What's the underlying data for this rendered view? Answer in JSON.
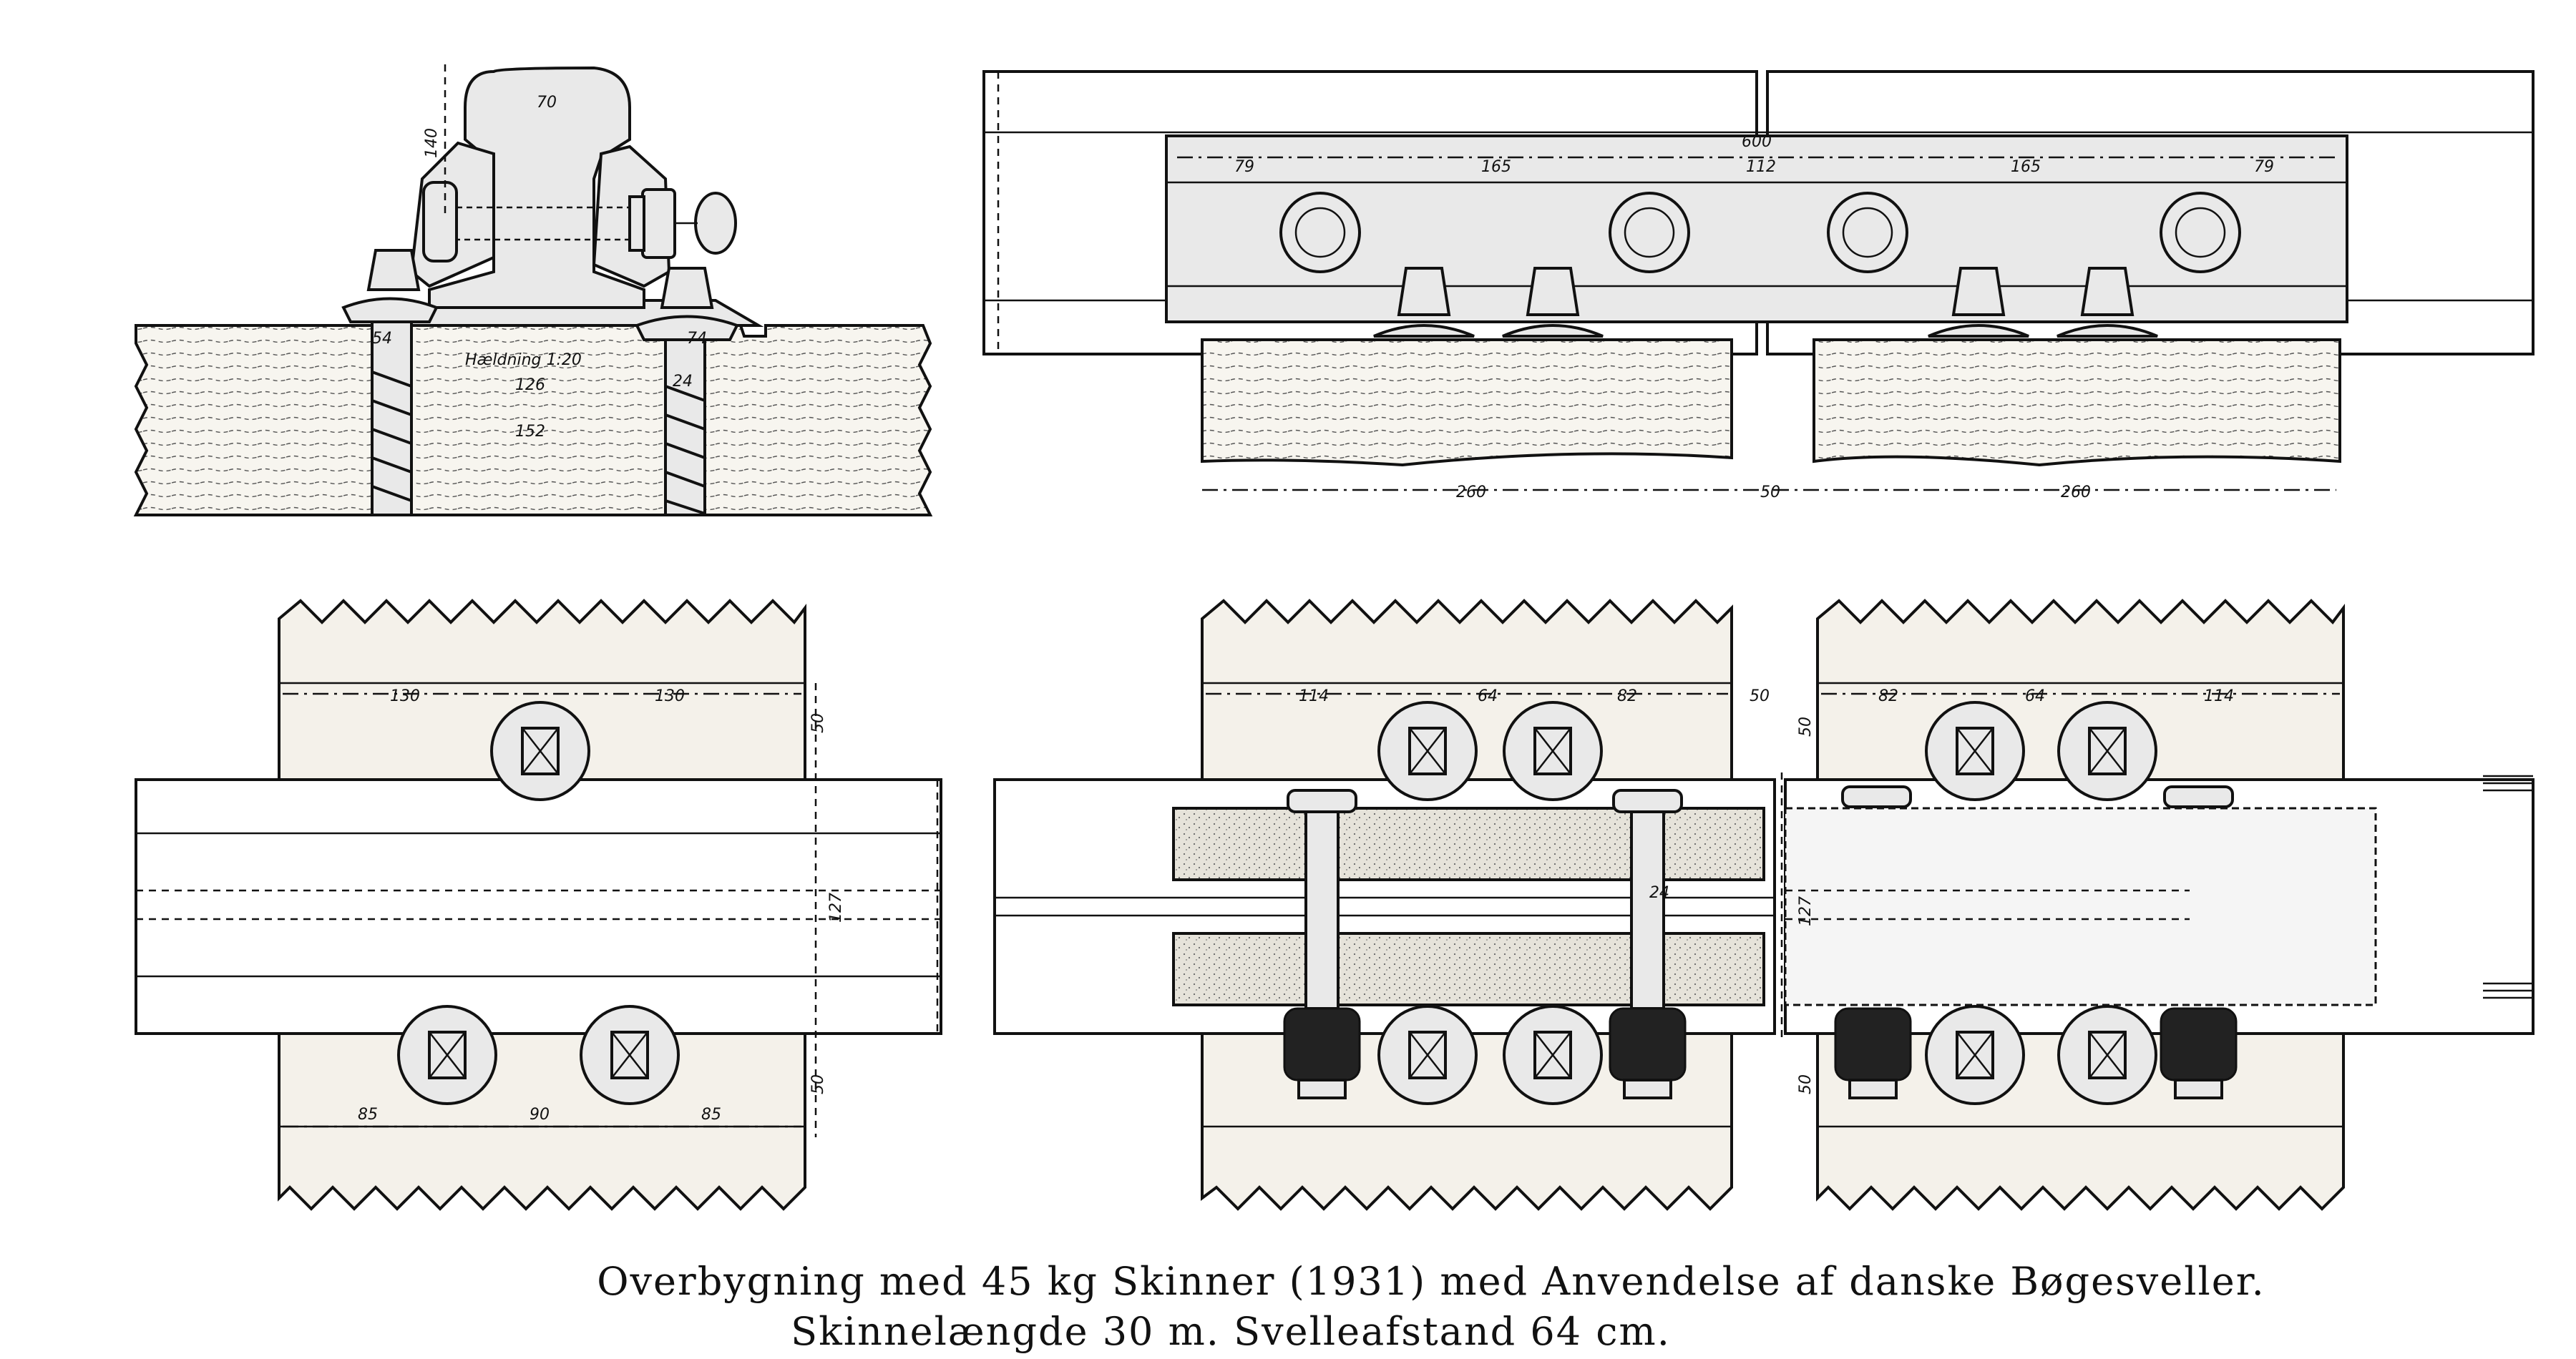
{
  "caption": {
    "line1": "Overbygning med 45 kg Skinner (1931) med Anvendelse af danske Bøgesveller.",
    "line2": "Skinnelængde 30 m. Svelleafstand 64 cm."
  },
  "cross_section": {
    "rail_head": "70",
    "rail_height": "140",
    "slope": "Hældning 1:20",
    "base_width": "126",
    "plate_width": "152",
    "left_spike": "54",
    "right_spike": "24",
    "right_spike_b": "74"
  },
  "joint_elevation": {
    "total": "600",
    "left_end": "79",
    "left_pitch": "165",
    "center": "112",
    "right_pitch": "165",
    "right_end": "79",
    "sleeper_left": "260",
    "gap": "50",
    "sleeper_right": "260"
  },
  "plan_single": {
    "top_left": "130",
    "top_right": "130",
    "top_offset": "50",
    "rail_width": "127",
    "bottom_offset": "50",
    "bottom_left": "85",
    "bottom_mid": "90",
    "bottom_right": "85"
  },
  "plan_joint": {
    "left_a": "114",
    "left_b": "64",
    "left_c": "82",
    "gap_a": "50",
    "gap_b": "50",
    "right_a": "82",
    "right_b": "64",
    "right_c": "114",
    "bar_width": "24",
    "rail_width": "127",
    "bottom_offset": "50"
  }
}
